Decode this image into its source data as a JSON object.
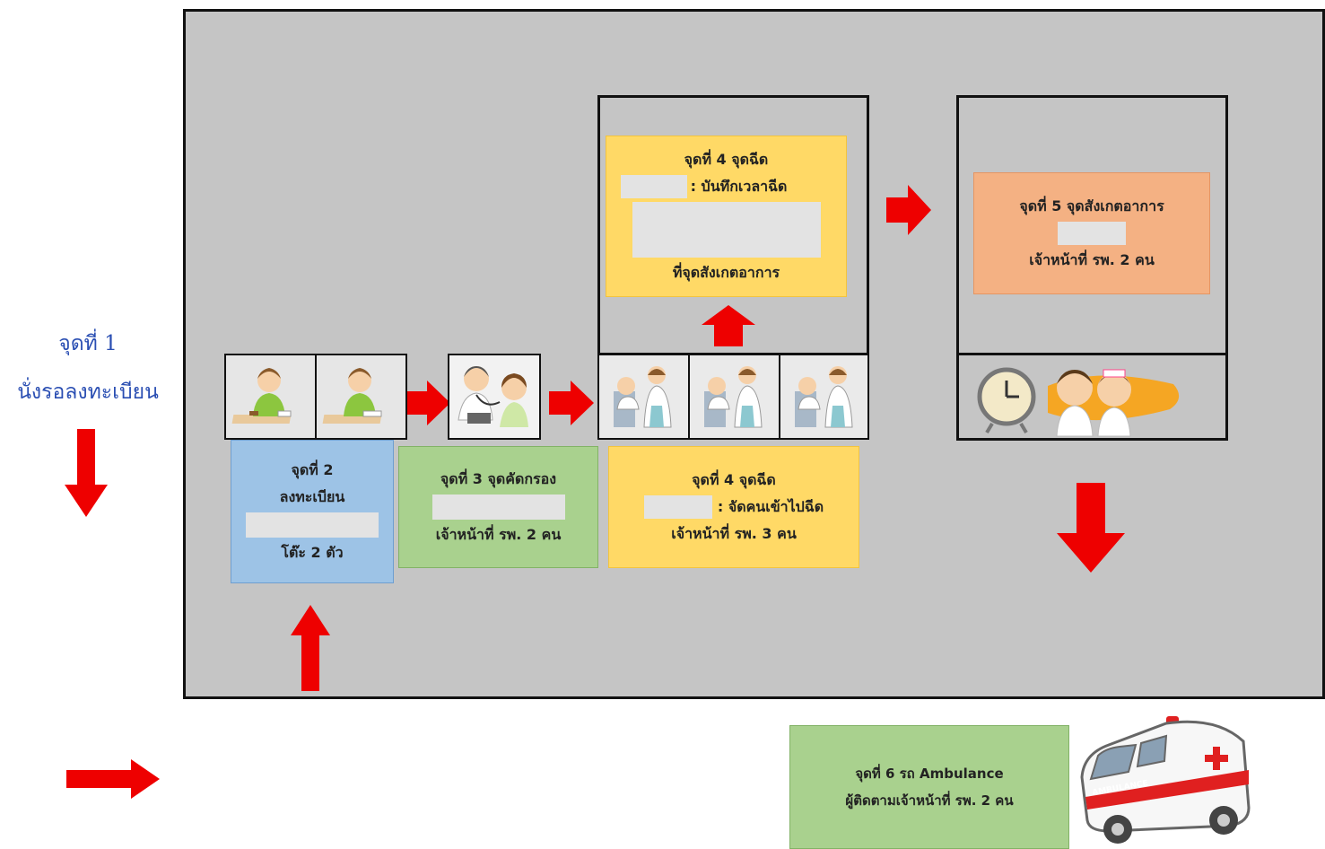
{
  "point1": {
    "line1": "จุดที่ 1",
    "line2": "นั่งรอลงทะเบียน"
  },
  "point2": {
    "line1": "จุดที่ 2",
    "line2": "ลงทะเบียน",
    "line3": "โต๊ะ 2 ตัว"
  },
  "point3": {
    "line1": "จุดที่ 3 จุดคัดกรอง",
    "line2": "เจ้าหน้าที่ รพ. 2 คน"
  },
  "point4_inject": {
    "line1": "จุดที่ 4 จุดฉีด",
    "line2": ": จัดคนเข้าไปฉีด",
    "line3": "เจ้าหน้าที่ รพ. 3 คน"
  },
  "point4_record": {
    "line1": "จุดที่ 4 จุดฉีด",
    "line2": ": บันทึกเวลาฉีด",
    "line3": "ที่จุดสังเกตอาการ"
  },
  "point5": {
    "line1": "จุดที่ 5 จุดสังเกตอาการ",
    "line2": "เจ้าหน้าที่ รพ. 2 คน"
  },
  "point6": {
    "line1": "จุดที่ 6 รถ Ambulance",
    "line2": "ผู้ติดตามเจ้าหน้าที่ รพ. 2 คน"
  },
  "ambulance": {
    "label": "AMBULANCE"
  },
  "colors": {
    "arrow": "#ee0000",
    "hall": "#c5c5c5",
    "blue": "#9dc3e6",
    "green": "#a9d18e",
    "yellow": "#ffd966",
    "salmon": "#f4b183",
    "label_text": "#2b4fb3"
  },
  "icons": [
    "registration-person-icon",
    "screening-nurse-icon",
    "vaccination-icon",
    "clock-icon",
    "staff-icon",
    "ambulance-icon"
  ]
}
